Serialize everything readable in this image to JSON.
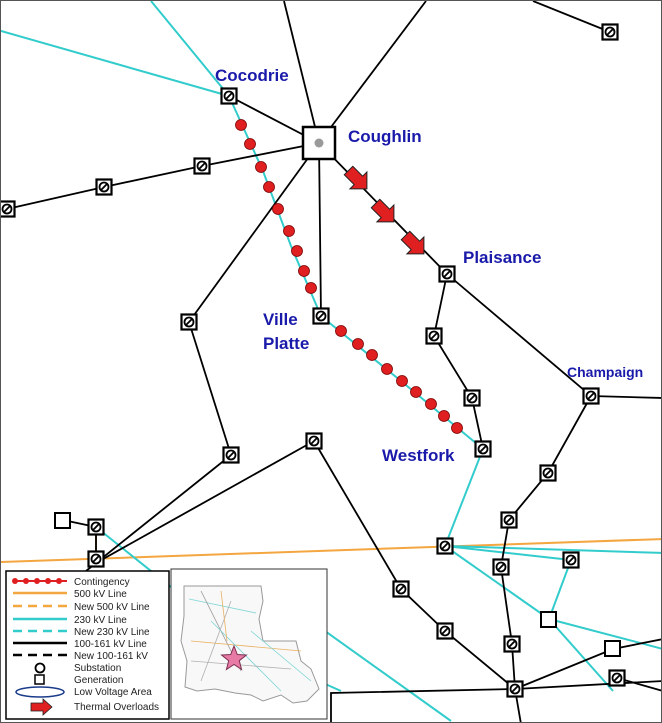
{
  "substation_labels": {
    "cocodrie": "Cocodrie",
    "coughlin": "Coughlin",
    "plaisance": "Plaisance",
    "ville_platte_1": "Ville",
    "ville_platte_2": "Platte",
    "champaign": "Champaign",
    "westfork": "Westfork"
  },
  "legend": {
    "items": [
      {
        "key": "contingency",
        "label": "Contingency",
        "color": "#e02020"
      },
      {
        "key": "line500",
        "label": "500 kV Line",
        "color": "#f4a640"
      },
      {
        "key": "new500",
        "label": "New 500 kV Line",
        "color": "#f4a640"
      },
      {
        "key": "line230",
        "label": "230 kV Line",
        "color": "#33cccc"
      },
      {
        "key": "new230",
        "label": "New 230 kV Line",
        "color": "#33cccc"
      },
      {
        "key": "line100",
        "label": "100-161 kV Line",
        "color": "#000000"
      },
      {
        "key": "new100",
        "label": "New 100-161 kV",
        "color": "#000000"
      },
      {
        "key": "substation",
        "label": "Substation"
      },
      {
        "key": "generation",
        "label": "Generation"
      },
      {
        "key": "lowvoltage",
        "label": "Low Voltage Area",
        "color": "#1a3a8a"
      },
      {
        "key": "overload",
        "label": "Thermal Overloads",
        "color": "#e02020"
      }
    ]
  },
  "colors": {
    "line_500kv": "#f4a640",
    "line_230kv": "#33cccc",
    "line_100kv": "#000000",
    "contingency": "#e02020",
    "label": "#1a1aaa",
    "overload_arrow": "#e02020"
  },
  "inset_map": {
    "marker_icon": "star-icon",
    "marker_color": "#e87aa6"
  }
}
